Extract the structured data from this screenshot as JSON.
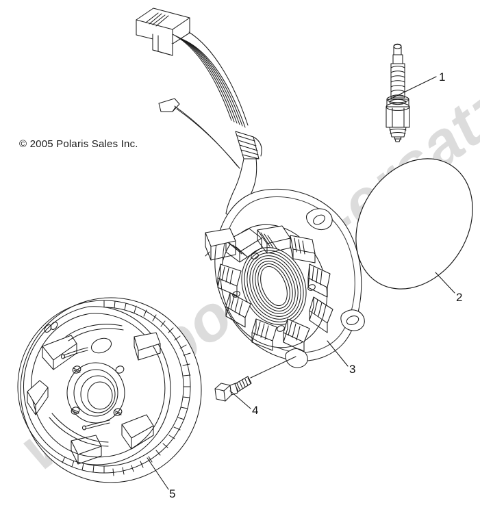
{
  "document": {
    "type": "parts-diagram",
    "copyright": "© 2005 Polaris Sales Inc.",
    "watermark": "www.polaris-ersatzteile.de",
    "background_color": "#ffffff",
    "line_color": "#1a1a1a",
    "watermark_color": "#d8d8d8"
  },
  "callouts": [
    {
      "number": "1",
      "part": "spark-plug"
    },
    {
      "number": "2",
      "part": "o-ring-gasket"
    },
    {
      "number": "3",
      "part": "stator-assembly"
    },
    {
      "number": "4",
      "part": "flange-bolt"
    },
    {
      "number": "5",
      "part": "flywheel-rotor-ring-gear"
    }
  ],
  "parts": {
    "spark_plug": {
      "label": "1",
      "description": "spark plug"
    },
    "o_ring": {
      "label": "2",
      "description": "o-ring gasket"
    },
    "stator": {
      "label": "3",
      "description": "stator with windings and wire harness"
    },
    "bolt": {
      "label": "4",
      "description": "hex flange bolt"
    },
    "flywheel": {
      "label": "5",
      "description": "flywheel rotor with ring gear"
    }
  }
}
